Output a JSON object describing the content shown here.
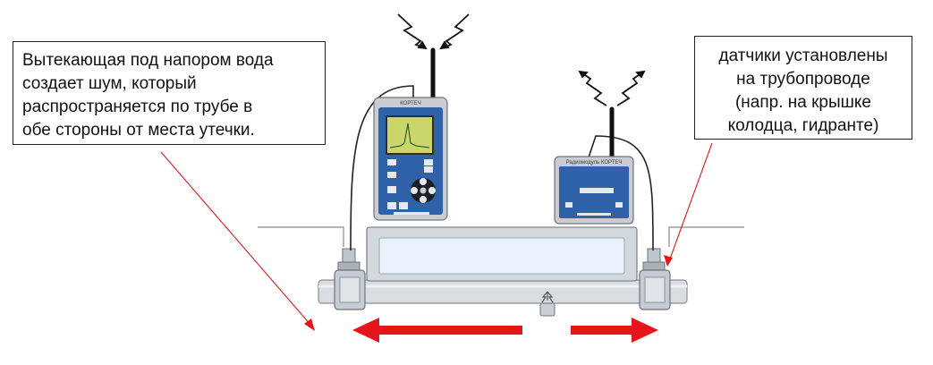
{
  "callouts": {
    "left": {
      "text": "Вытекающая под напором вода\nсоздает шум, который\nраспространяется по трубе в\nобе стороны от места утечки."
    },
    "right": {
      "text": "датчики установлены\nна трубопроводе\n(напр. на крышке\nколодца, гидранте)"
    }
  },
  "devices": {
    "main_unit_brand": "КОРТЕЧ",
    "radio_module_brand": "Радиомодуль КОРТЕЧ"
  },
  "colors": {
    "arrow_red": "#e8141b",
    "device_blue": "#2f62a8",
    "device_gray": "#c9cdd2",
    "pipe_gray": "#d7dbe0",
    "window_blue": "#e8f1fb"
  }
}
